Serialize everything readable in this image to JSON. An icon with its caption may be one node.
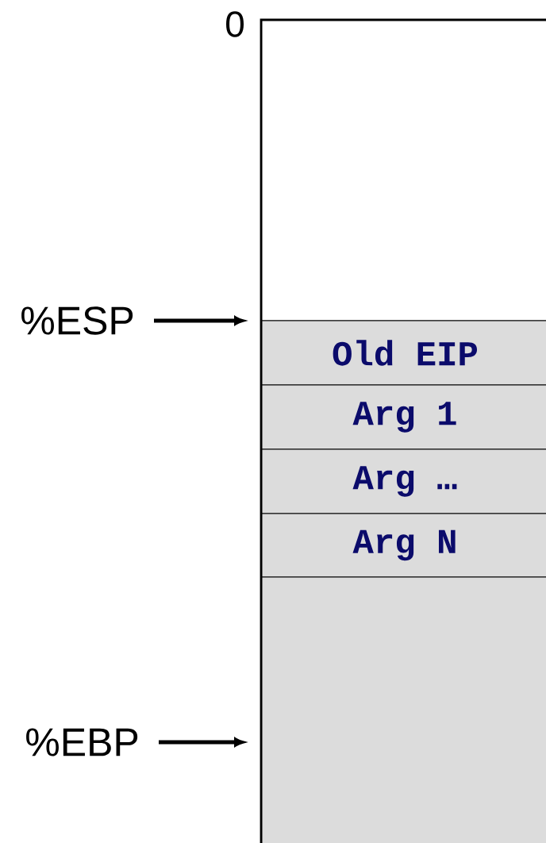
{
  "diagram": {
    "nodes": [
      {
        "text": [],
        "shape": "box"
      },
      {
        "text": [
          "Old EIP"
        ]
      },
      {
        "text": [
          "Arg 1"
        ]
      },
      {
        "text": [
          "Arg …"
        ]
      },
      {
        "text": [
          "Arg N"
        ]
      },
      {
        "text": [],
        "shape": "box"
      },
      {
        "text": [
          "%ESP"
        ]
      },
      {
        "text": [
          "%EBP"
        ]
      }
    ],
    "edges": [
      {
        "from": 6,
        "to": 1,
        "arrow": "to"
      },
      {
        "from": 7,
        "to": 5,
        "arrow": "to"
      }
    ],
    "labels": [
      "0"
    ]
  }
}
